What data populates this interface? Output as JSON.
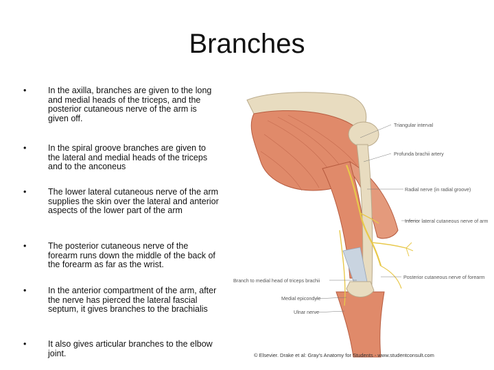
{
  "slide": {
    "title": "Branches",
    "bullets": [
      "In the axilla, branches are given to the long and medial heads of the triceps, and the posterior cutaneous nerve of the arm is given off.",
      "In the spiral groove branches are given to the lateral and medial heads of the triceps and to the anconeus",
      "The lower lateral cutaneous nerve of the arm supplies the skin over the lateral and anterior aspects of the lower part of the arm",
      "The posterior cutaneous nerve of the forearm runs down the middle of the back of the forearm as far as the wrist.",
      "In the anterior compartment of the arm, after the nerve has pierced the lateral fascial septum, it gives branches to the brachialis",
      "It also gives articular branches to the elbow joint."
    ],
    "bullet_symbol": "•"
  },
  "figure": {
    "labels": {
      "triangular_interval": "Triangular interval",
      "profunda_brachii": "Profunda brachii artery",
      "radial_nerve": "Radial nerve (in radial groove)",
      "inferior_lateral": "Inferior lateral cutaneous nerve of arm",
      "posterior_cutaneous": "Posterior cutaneous nerve of forearm",
      "branch_medial_head": "Branch to medial head of triceps brachii",
      "medial_epicondyle": "Medial epicondyle",
      "ulnar_nerve": "Ulnar nerve"
    },
    "credit": "© Elsevier. Drake et al: Gray's Anatomy for Students - www.studentconsult.com",
    "colors": {
      "muscle": "#e08a6a",
      "muscle_light": "#f0b9a0",
      "bone": "#e8dcc0",
      "nerve": "#e8c84a",
      "tendon": "#c9d4e0"
    }
  }
}
